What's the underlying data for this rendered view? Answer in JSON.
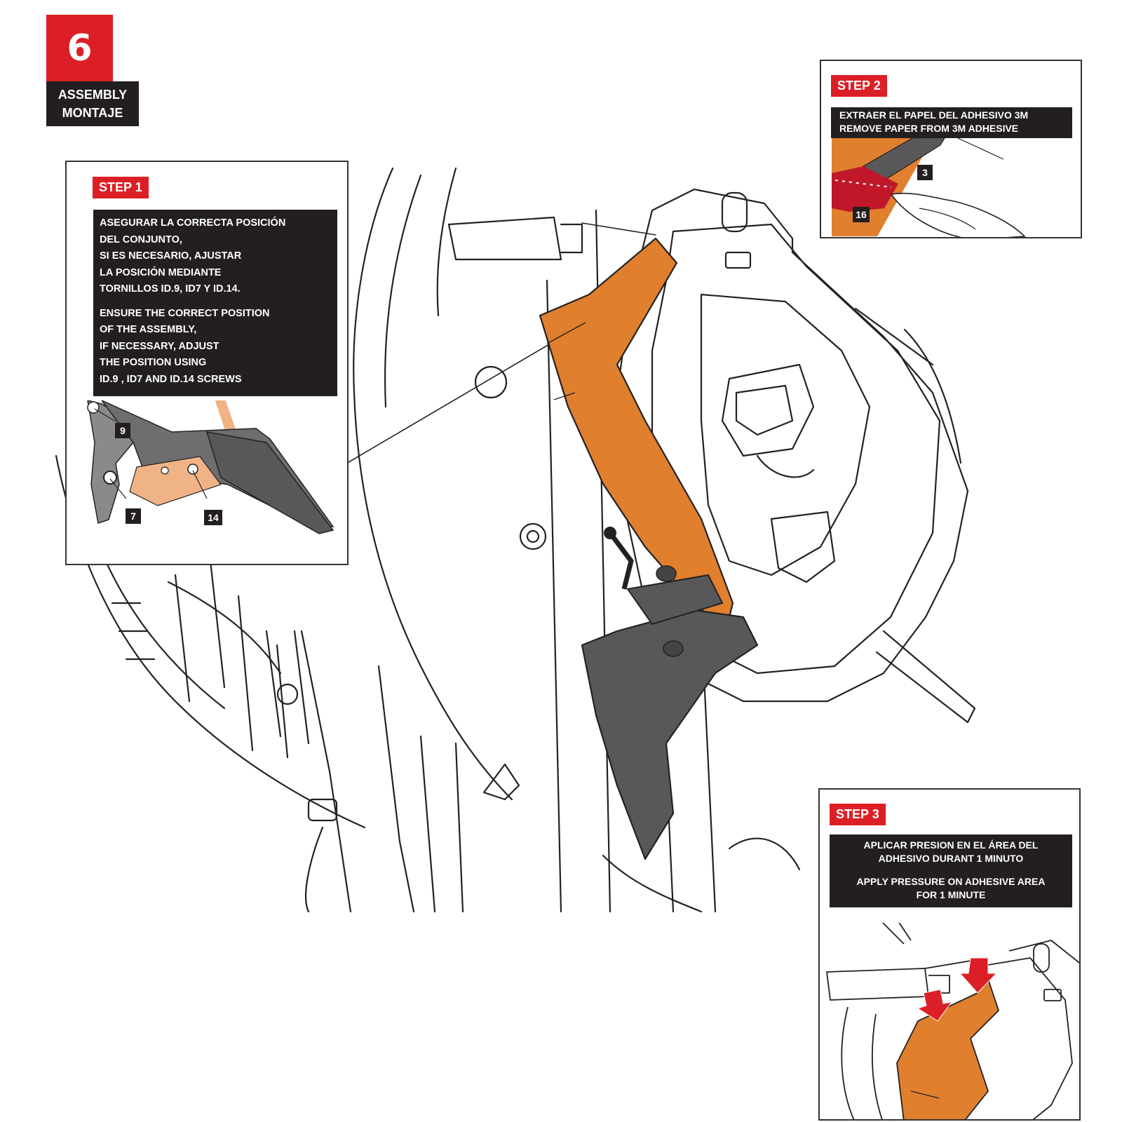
{
  "header": {
    "number": "6",
    "label_en": "ASSEMBLY",
    "label_es": "MONTAJE"
  },
  "step1": {
    "tag": "STEP 1",
    "es_lines": [
      "ASEGURAR LA CORRECTA POSICIÓN",
      "DEL CONJUNTO,",
      "SI ES NECESARIO, AJUSTAR",
      "LA POSICIÓN MEDIANTE",
      "TORNILLOS  ID.9, ID7 Y ID.14."
    ],
    "en_lines": [
      "ENSURE THE CORRECT POSITION",
      "OF THE ASSEMBLY,",
      "IF NECESSARY, ADJUST",
      "THE POSITION USING",
      "ID.9 , ID7 AND ID.14 SCREWS"
    ],
    "callouts": [
      "9",
      "7",
      "14"
    ]
  },
  "step2": {
    "tag": "STEP 2",
    "es": "EXTRAER EL PAPEL DEL ADHESIVO 3M",
    "en": "REMOVE  PAPER FROM 3M ADHESIVE",
    "callouts": [
      "3",
      "16"
    ]
  },
  "step3": {
    "tag": "STEP 3",
    "es_lines": [
      "APLICAR PRESION EN EL ÁREA DEL",
      "ADHESIVO DURANT 1 MINUTO"
    ],
    "en_lines": [
      "APPLY PRESSURE ON ADHESIVE AREA",
      "FOR 1 MINUTE"
    ]
  },
  "colors": {
    "accent_red": "#dc1f26",
    "part_orange": "#e07f2e",
    "part_gray": "#58585a",
    "text_box": "#231f20"
  }
}
